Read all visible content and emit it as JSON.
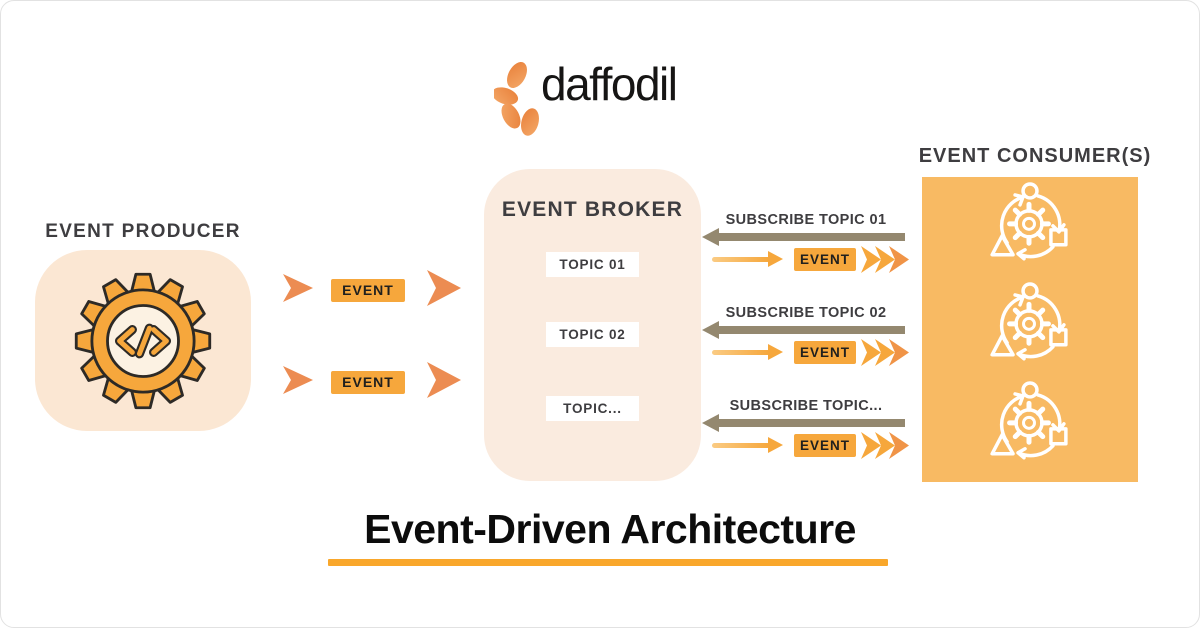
{
  "logo": {
    "text": "daffodil"
  },
  "colors": {
    "amber": "#F6A73C",
    "salmon": "#EC8C52",
    "taupe": "#94886F",
    "producer-box-bg": "#FBE7D3",
    "broker-box-bg": "#FAEBDF",
    "consumer-box-bg": "#F8BA63",
    "heading-text": "#3E3D40",
    "dark-text": "#1C1B1A",
    "underline": "#F9A72B"
  },
  "producer": {
    "heading": "EVENT PRODUCER"
  },
  "producer_flows": [
    {
      "label": "EVENT"
    },
    {
      "label": "EVENT"
    }
  ],
  "broker": {
    "heading": "EVENT BROKER",
    "topics": [
      {
        "label": "TOPIC 01"
      },
      {
        "label": "TOPIC 02"
      },
      {
        "label": "TOPIC..."
      }
    ]
  },
  "subscriptions": [
    {
      "subscribe_label": "SUBSCRIBE TOPIC 01",
      "event_label": "EVENT"
    },
    {
      "subscribe_label": "SUBSCRIBE TOPIC 02",
      "event_label": "EVENT"
    },
    {
      "subscribe_label": "SUBSCRIBE TOPIC...",
      "event_label": "EVENT"
    }
  ],
  "consumer": {
    "heading": "EVENT CONSUMER(S)"
  },
  "footer": {
    "title": "Event-Driven Architecture"
  }
}
